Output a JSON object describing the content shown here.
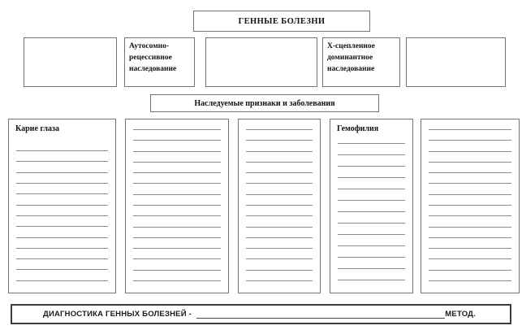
{
  "diagram": {
    "title": "ГЕННЫЕ БОЛЕЗНИ",
    "box_autosomal_recessive": "Аутосомно-рецессивное наследование",
    "box_x_linked_dominant": "Х-сцепленное доминантное наследование",
    "band": "Наследуемые признаки и заболевания",
    "columns": [
      {
        "header": "Карие глаза",
        "lines": 13
      },
      {
        "header": "",
        "lines": 15
      },
      {
        "header": "",
        "lines": 15
      },
      {
        "header": "Гемофилия",
        "lines": 13
      },
      {
        "header": "",
        "lines": 15
      }
    ],
    "footer": {
      "label": "ДИАГНОСТИКА ГЕННЫХ БОЛЕЗНЕЙ -",
      "suffix": "МЕТОД."
    },
    "colors": {
      "box_border": "#757575",
      "blank_line": "#8c8c8c",
      "footer_border": "#3d3d3d",
      "text": "#111111"
    }
  }
}
